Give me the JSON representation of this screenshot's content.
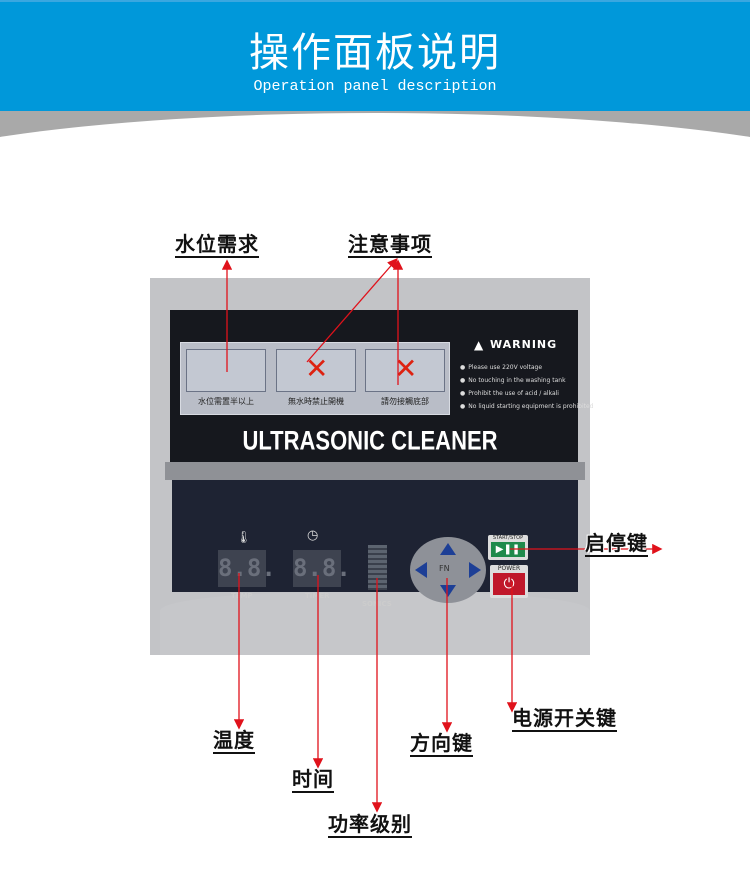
{
  "header": {
    "title": "操作面板说明",
    "subtitle": "Operation panel description"
  },
  "callouts": {
    "water_level": "水位需求",
    "precautions": "注意事项",
    "start_stop": "启停键",
    "power_switch": "电源开关键",
    "temperature": "温度",
    "direction_keys": "方向键",
    "time": "时间",
    "power_level": "功率级别"
  },
  "device": {
    "icon_captions": [
      "水位需置半以上",
      "無水時禁止開機",
      "請勿接觸底部"
    ],
    "warning_title": "WARNING",
    "warnings": [
      "Please use 220V voltage",
      "No touching in the washing tank",
      "Prohibit the use of acid / alkali",
      "No liquid starting equipment is prohibited"
    ],
    "brand": "ULTRASONIC CLEANER",
    "temp_display": "8.8.",
    "temp_label": "TEMP",
    "timer_display": "8.8.",
    "timer_label": "TIMER",
    "sonics_label": "SONICS",
    "fn_label": "FN",
    "start_stop_label": "START/STOP",
    "power_label": "POWER"
  },
  "colors": {
    "header": "#0098da",
    "arrow": "#e0121b",
    "panel": "#1e2333"
  }
}
